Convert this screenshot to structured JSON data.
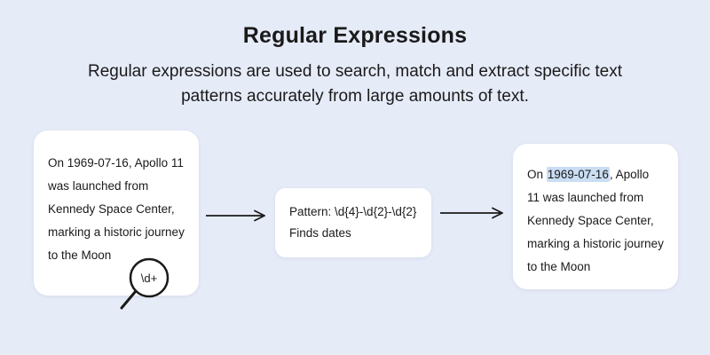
{
  "header": {
    "title": "Regular Expressions",
    "subtitle": "Regular expressions are used to search, match and extract specific text patterns accurately from large amounts of text."
  },
  "diagram": {
    "input_card": {
      "text": "On 1969-07-16, Apollo 11 was launched from Kennedy Space Center, marking a historic journey to the Moon",
      "magnifier_label": "\\d+"
    },
    "pattern_card": {
      "pattern_line": "Pattern: \\d{4}-\\d{2}-\\d{2}",
      "description_line": "Finds dates"
    },
    "output_card": {
      "text_before": "On ",
      "match": "1969-07-16",
      "text_after": ", Apollo 11 was launched from Kennedy Space Center, marking a historic journey to the Moon"
    }
  },
  "colors": {
    "background": "#E6EBF8",
    "card_background": "#FFFFFF",
    "match_highlight": "#C9DDF3",
    "text": "#1A1A1A"
  }
}
